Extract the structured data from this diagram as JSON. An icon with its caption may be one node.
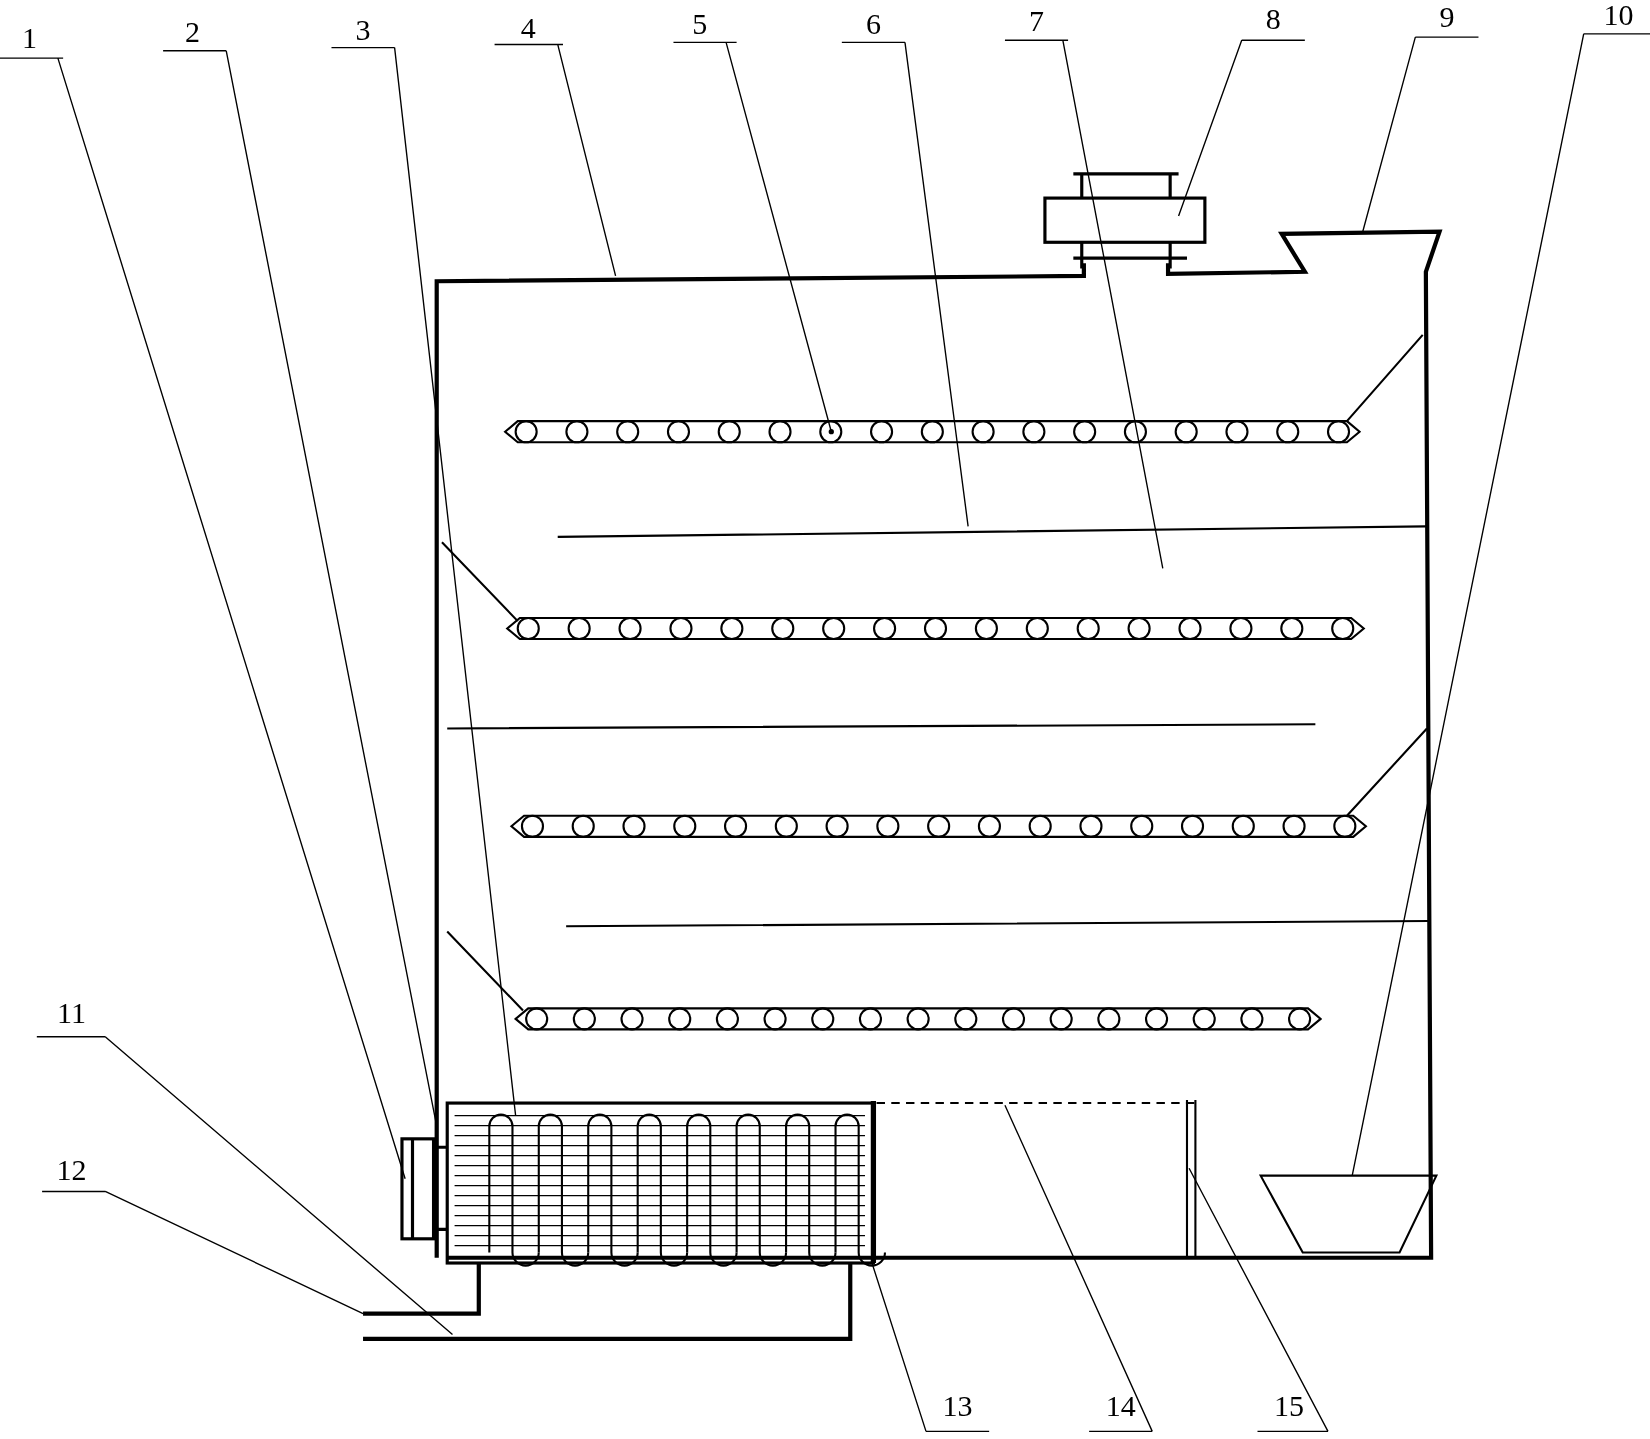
{
  "diagram": {
    "nodes": [
      {
        "text": [
          "1"
        ]
      },
      {
        "text": [
          "2"
        ]
      },
      {
        "text": [
          "3"
        ]
      },
      {
        "text": [
          "4"
        ]
      },
      {
        "text": [
          "5"
        ]
      },
      {
        "text": [
          "6"
        ]
      },
      {
        "text": [
          "7"
        ]
      },
      {
        "text": [
          "8"
        ]
      },
      {
        "text": [
          "9"
        ]
      },
      {
        "text": [
          "10"
        ]
      },
      {
        "text": [
          "11"
        ]
      },
      {
        "text": [
          "12"
        ]
      },
      {
        "text": [
          "13"
        ]
      },
      {
        "text": [
          "14"
        ]
      },
      {
        "text": [
          "15"
        ]
      }
    ],
    "edges": [
      {
        "from": 0,
        "to": null,
        "arrow": "none"
      },
      {
        "from": 1,
        "to": null,
        "arrow": "none"
      },
      {
        "from": 2,
        "to": null,
        "arrow": "none"
      },
      {
        "from": 3,
        "to": null,
        "arrow": "none"
      },
      {
        "from": 4,
        "to": null,
        "arrow": "other"
      },
      {
        "from": 5,
        "to": null,
        "arrow": "none"
      },
      {
        "from": 6,
        "to": null,
        "arrow": "none"
      },
      {
        "from": 7,
        "to": null,
        "arrow": "none"
      },
      {
        "from": 8,
        "to": null,
        "arrow": "none"
      },
      {
        "from": 9,
        "to": null,
        "arrow": "none"
      },
      {
        "from": 10,
        "to": null,
        "arrow": "none"
      },
      {
        "from": 11,
        "to": null,
        "arrow": "none"
      },
      {
        "from": 12,
        "to": null,
        "arrow": "none"
      },
      {
        "from": 13,
        "to": null,
        "arrow": "none"
      },
      {
        "from": 14,
        "to": null,
        "arrow": "none"
      }
    ]
  }
}
